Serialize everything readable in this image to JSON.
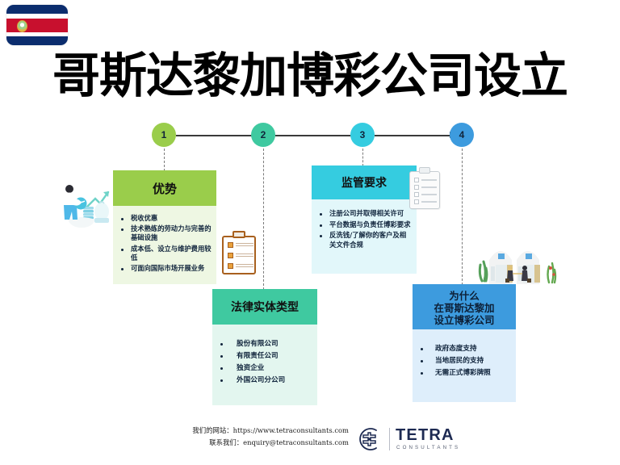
{
  "header": {
    "flag_name": "costa-rica-flag-icon",
    "title": "哥斯达黎加博彩公司设立"
  },
  "timeline": {
    "nodes": [
      {
        "number": "1",
        "color": "#9ACD4B"
      },
      {
        "number": "2",
        "color": "#3FC9A0"
      },
      {
        "number": "3",
        "color": "#35CCE0"
      },
      {
        "number": "4",
        "color": "#3D9BDE"
      }
    ]
  },
  "cards": [
    {
      "id": "card1",
      "title": "优势",
      "header_color": "#9ACD4B",
      "body_color": "#eef7e3",
      "bullets": [
        "税收优惠",
        "技术熟练的劳动力与完善的基础设施",
        "成本低、设立与维护费用较低",
        "可面向国际市场开展业务"
      ]
    },
    {
      "id": "card2",
      "title": "法律实体类型",
      "header_color": "#3FC9A0",
      "body_color": "#e3f6ef",
      "bullets": [
        "股份有限公司",
        "有限责任公司",
        "独资企业",
        "外国公司分公司"
      ]
    },
    {
      "id": "card3",
      "title": "监管要求",
      "header_color": "#35CCE0",
      "body_color": "#e2f7fa",
      "bullets": [
        "注册公司并取得相关许可",
        "平台数据与负责任博彩要求",
        "反洗钱/了解你的客户及相关文件合规"
      ]
    },
    {
      "id": "card4",
      "title_line1": "为什么",
      "title_line2": "在哥斯达黎加",
      "title_line3": "设立博彩公司",
      "header_color": "#3D9BDE",
      "body_color": "#deeefb",
      "bullets": [
        "政府态度支持",
        "当地居民的支持",
        "无需正式博彩牌照"
      ]
    }
  ],
  "illustrations": {
    "money_growth": "money-growth-illustration",
    "clipboard_orange": "orange-clipboard-icon",
    "clipboard_grey": "grey-clipboard-icon",
    "buildings": "office-buildings-illustration"
  },
  "footer": {
    "website_line": "我们的网站：https://www.tetraconsultants.com",
    "contact_line": "联系我们：enquiry@tetraconsultants.com",
    "logo_word": "TETRA",
    "logo_sub": "CONSULTANTS"
  }
}
